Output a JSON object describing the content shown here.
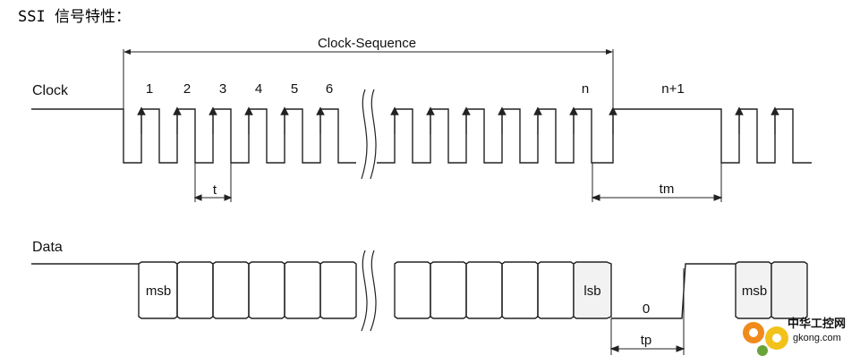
{
  "title": "SSI 信号特性：",
  "labels": {
    "clock": "Clock",
    "data": "Data",
    "clock_sequence": "Clock-Sequence",
    "t": "t",
    "tm": "tm",
    "tp": "tp",
    "zero": "0"
  },
  "clock_pulse_numbers": [
    "1",
    "2",
    "3",
    "4",
    "5",
    "6",
    "n",
    "n+1"
  ],
  "data_cells": {
    "msb": "msb",
    "lsb": "lsb",
    "msb_repeat": "msb"
  },
  "watermark": {
    "brand": "中华工控网",
    "url": "gkong.com"
  },
  "colors": {
    "line": "#222222",
    "lsb_fill": "#f2f2f2",
    "watermark_red": "#e02020",
    "watermark_orange": "#f08a1c",
    "watermark_yellow": "#f2c21b",
    "watermark_green": "#6aa33a"
  }
}
